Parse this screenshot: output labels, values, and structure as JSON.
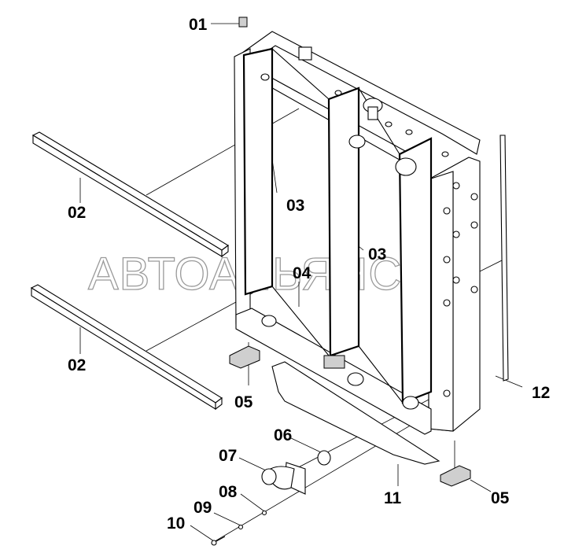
{
  "watermark": "АВТОАЛЬЯНС",
  "labels": {
    "p01": "01",
    "p02a": "02",
    "p02b": "02",
    "p03a": "03",
    "p03b": "03",
    "p04": "04",
    "p05a": "05",
    "p05b": "05",
    "p06": "06",
    "p07": "07",
    "p08": "08",
    "p09": "09",
    "p10": "10",
    "p11": "11",
    "p12": "12"
  }
}
